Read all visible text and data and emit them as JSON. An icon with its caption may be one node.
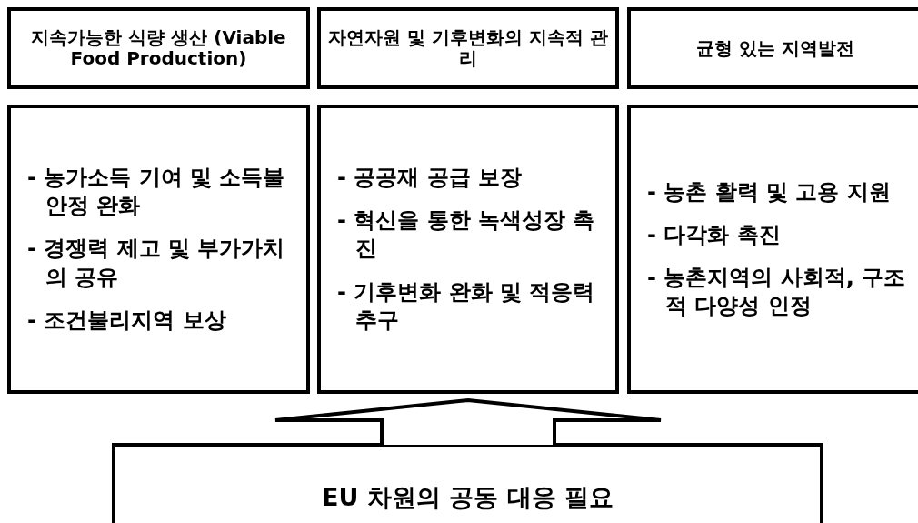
{
  "diagram": {
    "nodes": [
      {
        "text": [
          "지속가능한 식량 생산 (Viable Food Production)"
        ]
      },
      {
        "text": [
          "자연자원 및 기후변화의 지속적 관리"
        ]
      },
      {
        "text": [
          "균형 있는 지역발전"
        ]
      },
      {
        "text": [
          "- 농가소득 기여 및 소득불안정 완화",
          "- 경쟁력 제고 및 부가가치의 공유",
          "- 조건불리지역 보상"
        ]
      },
      {
        "text": [
          "- 공공재 공급 보장",
          "- 혁신을 통한 녹색성장 촉진",
          "- 기후변화 완화 및 적응력 추구"
        ]
      },
      {
        "text": [
          "- 농촌 활력 및 고용 지원",
          "- 다각화 촉진",
          "- 농촌지역의 사회적, 구조적 다양성 인정"
        ]
      },
      {
        "text": [
          "EU 차원의 공동 대응 필요"
        ]
      }
    ],
    "edges": [
      {
        "from": 6,
        "to": 4,
        "arrow": "to"
      }
    ]
  }
}
